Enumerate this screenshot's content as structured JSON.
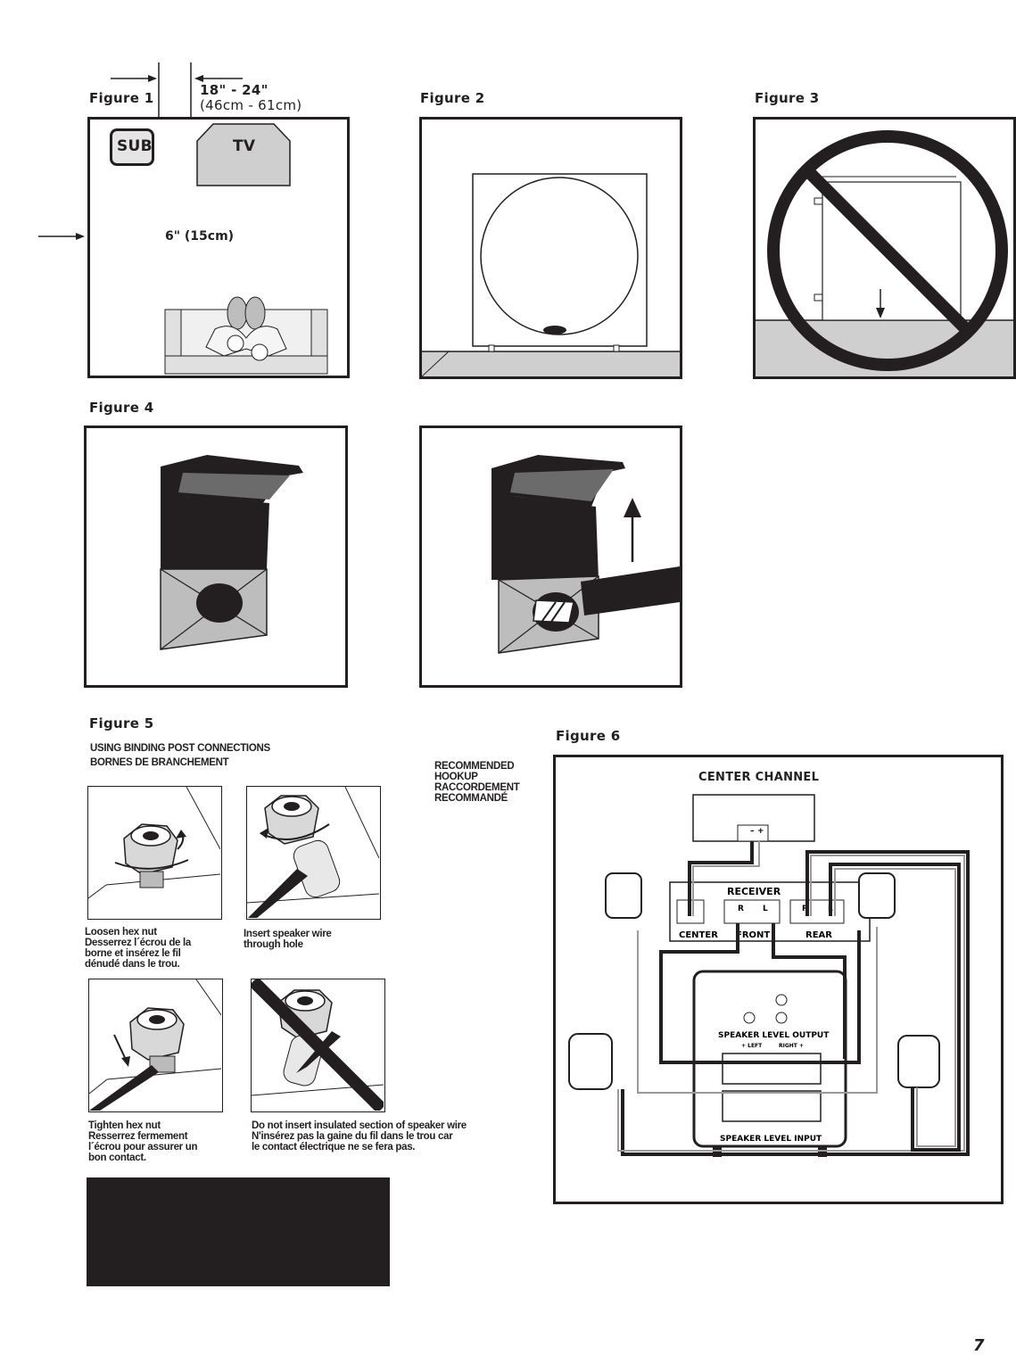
{
  "figures": {
    "fig1": {
      "label": "Figure 1",
      "distance_line1": "18\" - 24\"",
      "distance_line2": "(46cm - 61cm)",
      "sub_label": "SUB",
      "tv_label": "TV",
      "wall_distance": "6\" (15cm)"
    },
    "fig2": {
      "label": "Figure 2"
    },
    "fig3": {
      "label": "Figure 3"
    },
    "fig4": {
      "label": "Figure 4"
    },
    "fig5": {
      "label": "Figure 5",
      "heading_line1": "USING BINDING POST CONNECTIONS",
      "heading_line2": "BORNES DE BRANCHEMENT",
      "recommended_lines": [
        "RECOMMENDED",
        "HOOKUP",
        "RACCORDEMENT",
        "RECOMMANDÉ"
      ],
      "caption1": [
        "Loosen hex nut",
        "Desserrez l´écrou de la",
        "borne et insérez le fil",
        "dénudé dans le trou."
      ],
      "caption2": [
        "Insert speaker wire",
        "through hole"
      ],
      "caption3": [
        "Tighten hex nut",
        "Resserrez fermement",
        "l´écrou pour assurer un",
        "bon contact."
      ],
      "caption4": [
        "Do not insert insulated section of speaker wire",
        "N'insérez pas la gaine du fil dans le trou car",
        "le contact électrique ne se fera pas."
      ]
    },
    "fig6": {
      "label": "Figure 6",
      "center_channel": "CENTER CHANNEL",
      "receiver": "RECEIVER",
      "center": "CENTER",
      "front": "FRONT",
      "rear": "REAR",
      "front_r": "R",
      "front_l": "L",
      "rear_r": "R",
      "rear_l": "L",
      "minus": "–",
      "plus": "+",
      "speaker_level_output": "SPEAKER LEVEL OUTPUT",
      "left": "+ LEFT",
      "right": "RIGHT +",
      "speaker_level_input": "SPEAKER LEVEL INPUT"
    }
  },
  "page_number": "7",
  "colors": {
    "ink": "#231f20",
    "gray": "#cfcfcf",
    "midgray": "#9a9a9a"
  }
}
